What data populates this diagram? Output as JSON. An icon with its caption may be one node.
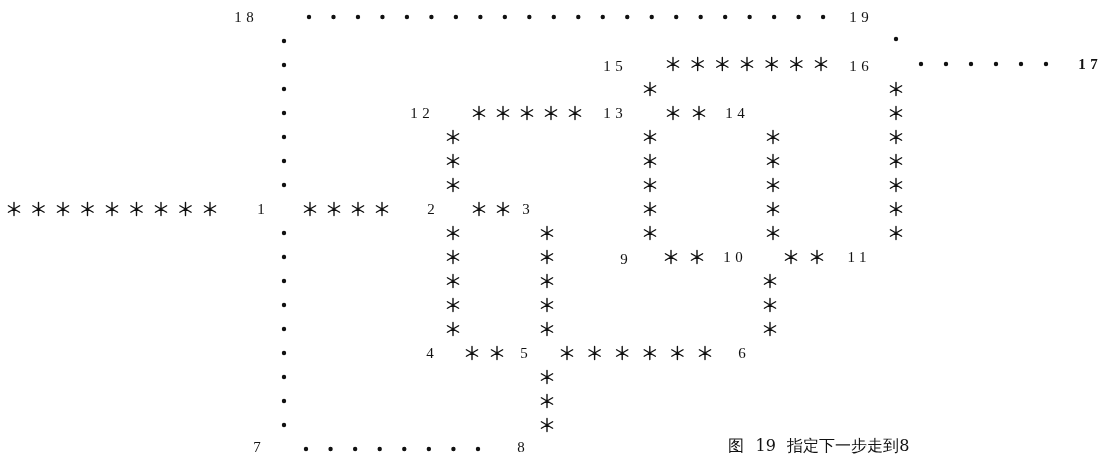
{
  "diagram": {
    "caption": "图 19 指定下一步走到8",
    "nodes": [
      {
        "text": [
          "1"
        ]
      },
      {
        "text": [
          "2"
        ]
      },
      {
        "text": [
          "3"
        ]
      },
      {
        "text": [
          "4"
        ]
      },
      {
        "text": [
          "5"
        ]
      },
      {
        "text": [
          "6"
        ]
      },
      {
        "text": [
          "7"
        ]
      },
      {
        "text": [
          "8"
        ]
      },
      {
        "text": [
          "9"
        ]
      },
      {
        "text": [
          "10"
        ]
      },
      {
        "text": [
          "11"
        ]
      },
      {
        "text": [
          "12"
        ]
      },
      {
        "text": [
          "13"
        ]
      },
      {
        "text": [
          "14"
        ]
      },
      {
        "text": [
          "15"
        ]
      },
      {
        "text": [
          "16"
        ]
      },
      {
        "text": [
          "17"
        ]
      },
      {
        "text": [
          "18"
        ]
      },
      {
        "text": [
          "19"
        ]
      }
    ],
    "edges": [
      {
        "from": null,
        "to": 0,
        "arrow": "none"
      },
      {
        "from": 0,
        "to": 1,
        "arrow": "none"
      },
      {
        "from": 17,
        "to": 0,
        "arrow": "none",
        "style": "dashed"
      },
      {
        "from": 0,
        "to": 6,
        "arrow": "none",
        "style": "dashed"
      },
      {
        "from": 17,
        "to": 18,
        "arrow": "none",
        "style": "dashed"
      },
      {
        "from": 18,
        "to": 15,
        "arrow": "none",
        "style": "dashed"
      },
      {
        "from": 15,
        "to": 16,
        "arrow": "none",
        "style": "dashed"
      },
      {
        "from": 14,
        "to": 15,
        "arrow": "none"
      },
      {
        "from": 14,
        "to": 12,
        "arrow": "none"
      },
      {
        "from": 11,
        "to": 12,
        "arrow": "none"
      },
      {
        "from": 12,
        "to": 13,
        "arrow": "none"
      },
      {
        "from": 11,
        "to": 1,
        "arrow": "none"
      },
      {
        "from": 12,
        "to": 8,
        "arrow": "none"
      },
      {
        "from": 13,
        "to": 9,
        "arrow": "none"
      },
      {
        "from": 15,
        "to": 10,
        "arrow": "none"
      },
      {
        "from": 1,
        "to": 2,
        "arrow": "none"
      },
      {
        "from": 1,
        "to": 3,
        "arrow": "none"
      },
      {
        "from": 2,
        "to": 4,
        "arrow": "none"
      },
      {
        "from": 8,
        "to": 9,
        "arrow": "none"
      },
      {
        "from": 9,
        "to": 10,
        "arrow": "none"
      },
      {
        "from": 9,
        "to": 5,
        "arrow": "none"
      },
      {
        "from": 3,
        "to": 4,
        "arrow": "none"
      },
      {
        "from": 4,
        "to": 5,
        "arrow": "none"
      },
      {
        "from": 4,
        "to": 7,
        "arrow": "none"
      },
      {
        "from": 6,
        "to": 7,
        "arrow": "none",
        "style": "dashed"
      }
    ]
  }
}
